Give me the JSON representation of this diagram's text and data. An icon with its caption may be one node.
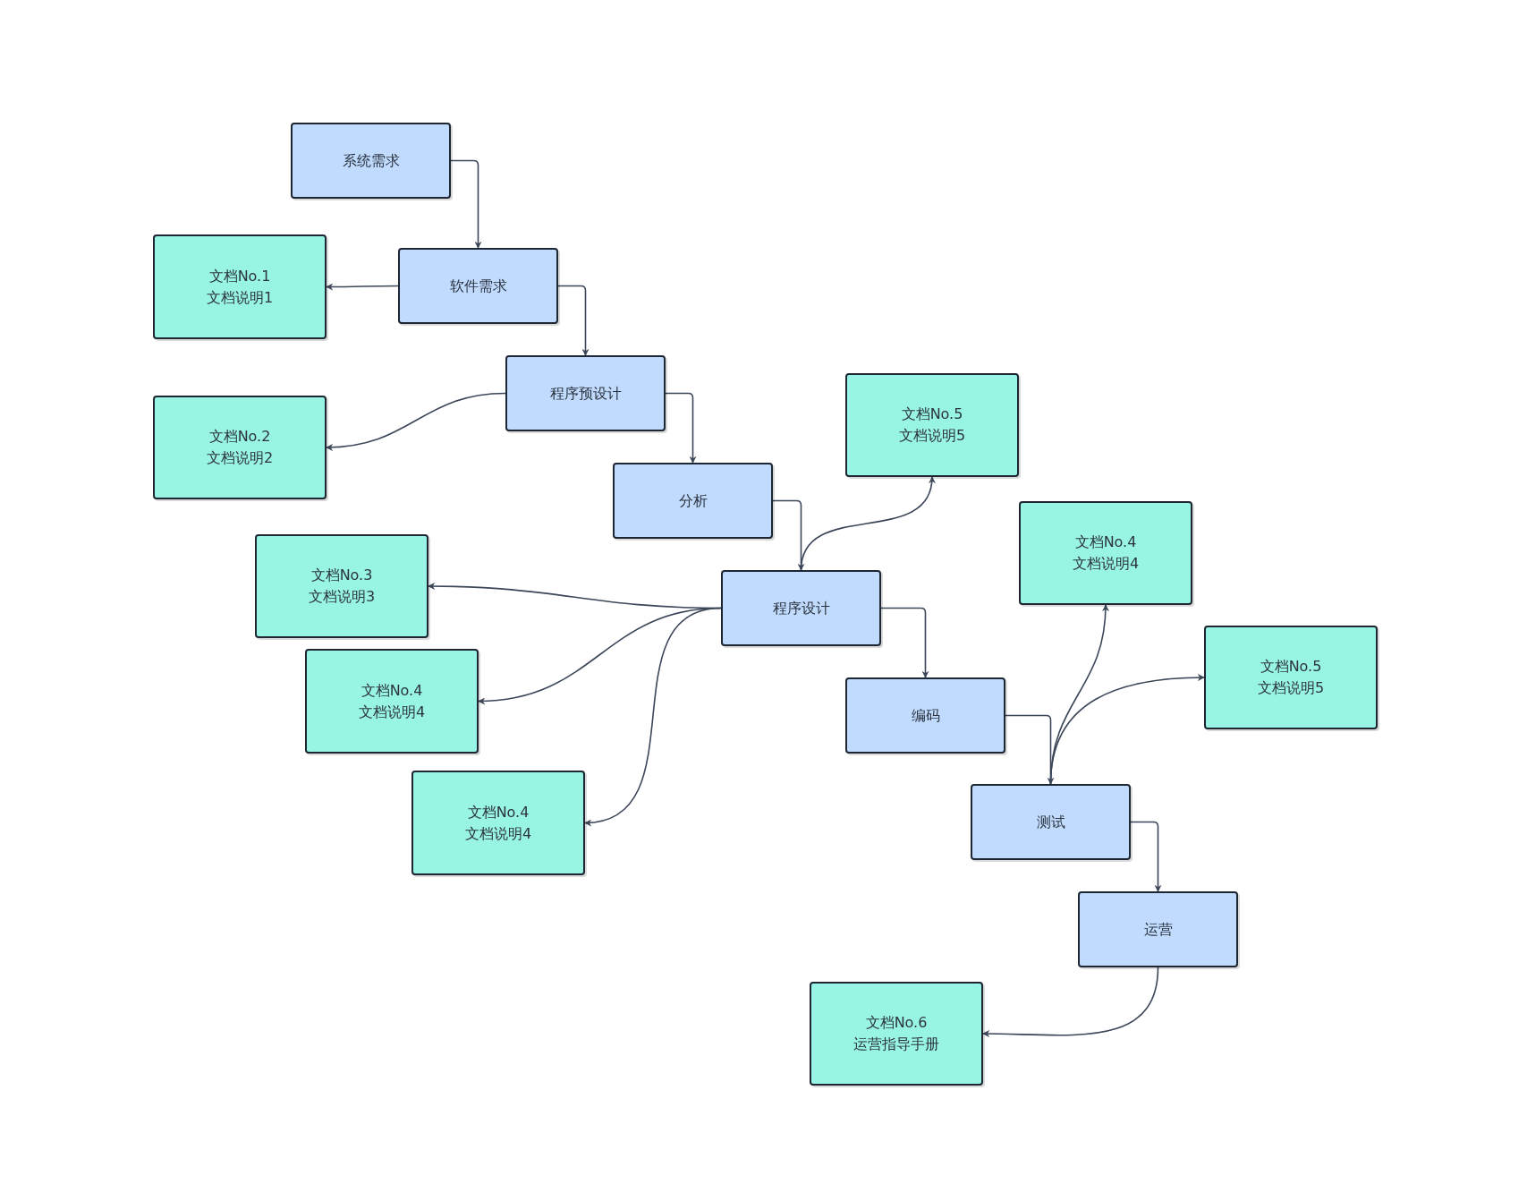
{
  "diagram": {
    "nodes": [
      {
        "text": [
          "系统需求"
        ]
      },
      {
        "text": [
          "文档No.1",
          "文档说明1"
        ]
      },
      {
        "text": [
          "软件需求"
        ]
      },
      {
        "text": [
          "程序预设计"
        ]
      },
      {
        "text": [
          "文档No.2",
          "文档说明2"
        ]
      },
      {
        "text": [
          "文档No.5",
          "文档说明5"
        ]
      },
      {
        "text": [
          "分析"
        ]
      },
      {
        "text": [
          "文档No.4",
          "文档说明4"
        ]
      },
      {
        "text": [
          "文档No.3",
          "文档说明3"
        ]
      },
      {
        "text": [
          "程序设计"
        ]
      },
      {
        "text": [
          "文档No.5",
          "文档说明5"
        ]
      },
      {
        "text": [
          "文档No.4",
          "文档说明4"
        ]
      },
      {
        "text": [
          "编码"
        ]
      },
      {
        "text": [
          "文档No.4",
          "文档说明4"
        ]
      },
      {
        "text": [
          "测试"
        ]
      },
      {
        "text": [
          "运营"
        ]
      },
      {
        "text": [
          "文档No.6",
          "运营指导手册"
        ]
      }
    ],
    "edges": [
      {
        "from": 0,
        "to": 2,
        "arrow": "to"
      },
      {
        "from": 2,
        "to": 1,
        "arrow": "to"
      },
      {
        "from": 2,
        "to": 3,
        "arrow": "to"
      },
      {
        "from": 3,
        "to": 4,
        "arrow": "to"
      },
      {
        "from": 3,
        "to": 6,
        "arrow": "to"
      },
      {
        "from": 6,
        "to": 9,
        "arrow": "to"
      },
      {
        "from": 9,
        "to": 5,
        "arrow": "to"
      },
      {
        "from": 9,
        "to": 8,
        "arrow": "to"
      },
      {
        "from": 9,
        "to": 11,
        "arrow": "to"
      },
      {
        "from": 9,
        "to": 13,
        "arrow": "to"
      },
      {
        "from": 9,
        "to": 12,
        "arrow": "to"
      },
      {
        "from": 12,
        "to": 14,
        "arrow": "to"
      },
      {
        "from": 14,
        "to": 7,
        "arrow": "to"
      },
      {
        "from": 14,
        "to": 10,
        "arrow": "to"
      },
      {
        "from": 14,
        "to": 15,
        "arrow": "to"
      },
      {
        "from": 15,
        "to": 16,
        "arrow": "to"
      }
    ]
  }
}
